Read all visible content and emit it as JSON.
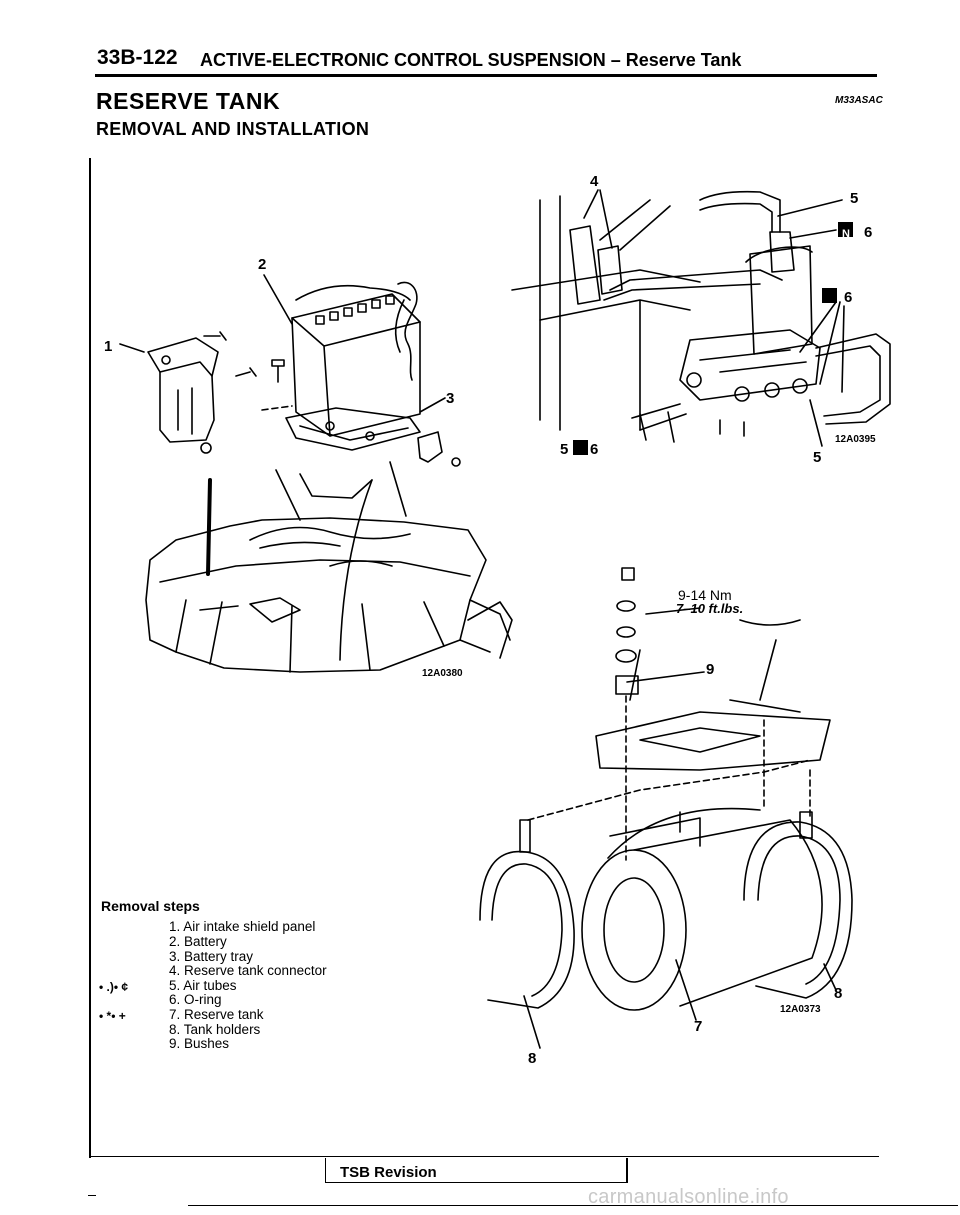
{
  "header": {
    "page_number": "33B-122",
    "title": "ACTIVE-ELECTRONIC CONTROL SUSPENSION – Reserve Tank"
  },
  "section": {
    "title": "RESERVE TANK",
    "code": "M33ASAC",
    "subtitle": "REMOVAL AND INSTALLATION"
  },
  "removal": {
    "heading": "Removal steps",
    "steps": [
      "1. Air intake shield panel",
      "2. Battery",
      "3. Battery tray",
      "4. Reserve tank connector",
      "5. Air tubes",
      "6. O-ring",
      "7. Reserve tank",
      "8. Tank holders",
      "9. Bushes"
    ],
    "symbols": {
      "row5": "• .)• ¢",
      "row7": "• *• +"
    }
  },
  "figures": {
    "fig1_code": "12A0380",
    "fig2_code": "12A0395",
    "fig3_code": "12A0373",
    "callouts": {
      "c1": "1",
      "c2": "2",
      "c3": "3",
      "c4": "4",
      "c5a": "5",
      "c5b": "5",
      "c5c": "5",
      "c6a": "6",
      "c6b": "6",
      "c6c": "6",
      "c7": "7",
      "c8a": "8",
      "c8b": "8",
      "c9": "9",
      "n_badge": "N"
    },
    "torque_nm": "9-14 Nm",
    "torque_ftlbs": "7–10 ft.lbs."
  },
  "footer": {
    "tsb": "TSB Revision",
    "watermark": "carmanualsonline.info"
  }
}
